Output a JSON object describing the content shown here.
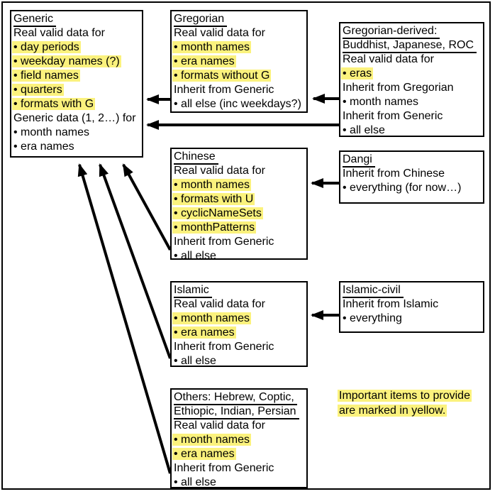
{
  "colors": {
    "highlight": "#FBF27D",
    "line": "#000000",
    "background": "#FFFFFF"
  },
  "boxes": {
    "generic": {
      "title": "Generic",
      "lines": [
        "Real valid data for",
        "• day periods",
        "• weekday names (?)",
        "• field names",
        "• quarters",
        "• formats with G",
        "Generic data (1, 2…) for",
        "• month names",
        "• era names"
      ]
    },
    "gregorian": {
      "title": "Gregorian",
      "lines": [
        "Real valid data for",
        "• month names",
        "• era names",
        "• formats without G",
        "Inherit from Generic",
        "• all else (inc weekdays?)"
      ]
    },
    "gregorian_derived": {
      "title1": "Gregorian-derived:",
      "title2": "Buddhist, Japanese, ROC",
      "lines": [
        "Real valid data for",
        "• eras",
        "Inherit from Gregorian",
        "• month names",
        "Inherit from Generic",
        "• all else"
      ]
    },
    "chinese": {
      "title": "Chinese",
      "lines": [
        "Real valid data for",
        "• month names",
        "• formats with U",
        "• cyclicNameSets",
        "• monthPatterns",
        "Inherit from Generic",
        "• all else"
      ]
    },
    "dangi": {
      "title": "Dangi",
      "lines": [
        "Inherit from Chinese",
        "• everything (for now…)"
      ]
    },
    "islamic": {
      "title": "Islamic",
      "lines": [
        "Real valid data for",
        "• month names",
        "• era names",
        "Inherit from Generic",
        "• all else"
      ]
    },
    "islamic_civil": {
      "title": "Islamic-civil",
      "lines": [
        "Inherit from Islamic",
        "• everything"
      ]
    },
    "others": {
      "title1": "Others: Hebrew, Coptic,",
      "title2": "Ethiopic, Indian, Persian",
      "lines": [
        "Real valid data for",
        "• month names",
        "• era names",
        "Inherit from Generic",
        "• all else"
      ]
    }
  },
  "note": {
    "line1": "Important items to provide",
    "line2": "are marked in yellow."
  },
  "edges": [
    {
      "from": "Gregorian",
      "to": "Generic"
    },
    {
      "from": "Gregorian-derived",
      "to": "Gregorian"
    },
    {
      "from": "Gregorian-derived",
      "to": "Generic"
    },
    {
      "from": "Dangi",
      "to": "Chinese"
    },
    {
      "from": "Islamic-civil",
      "to": "Islamic"
    },
    {
      "from": "Chinese",
      "to": "Generic"
    },
    {
      "from": "Islamic",
      "to": "Generic"
    },
    {
      "from": "Others",
      "to": "Generic"
    }
  ]
}
